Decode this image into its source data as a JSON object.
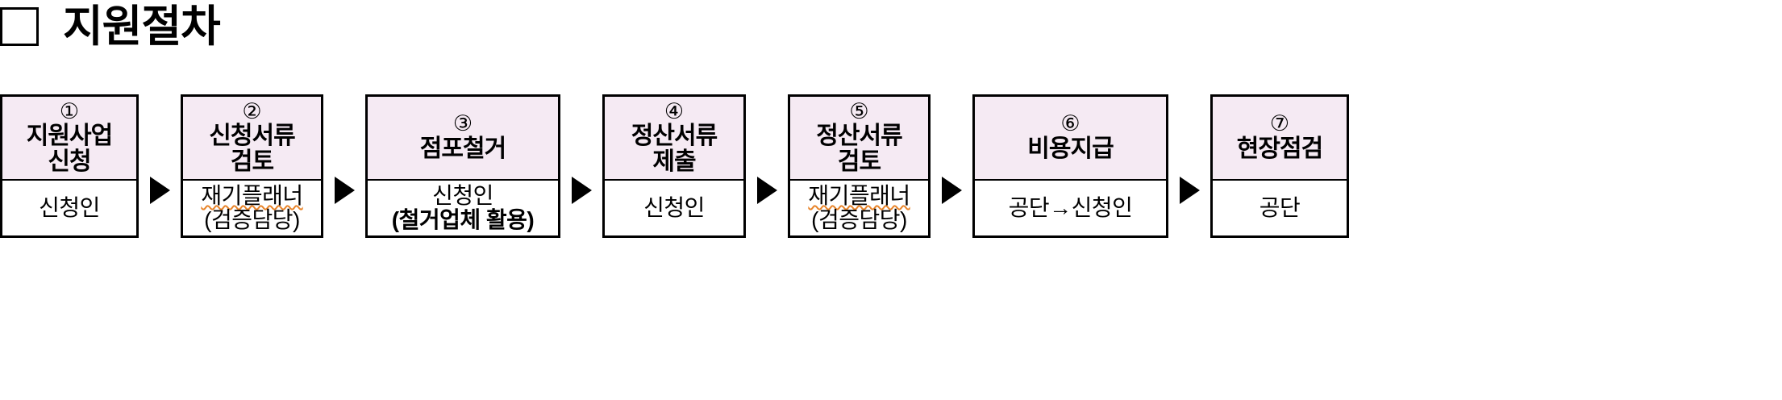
{
  "header": {
    "bullet_icon": "empty-square-bullet",
    "title": "지원절차"
  },
  "flow": {
    "arrow_icon": "right-triangle-arrow",
    "steps": [
      {
        "number": "①",
        "title_lines": [
          "지원사업",
          "신청"
        ],
        "body_lines": [
          {
            "text": "신청인",
            "bold": false,
            "spellcheck": false
          }
        ]
      },
      {
        "number": "②",
        "title_lines": [
          "신청서류",
          "검토"
        ],
        "body_lines": [
          {
            "text": "재기플래너",
            "bold": false,
            "spellcheck": true
          },
          {
            "text": "(검증담당)",
            "bold": false,
            "spellcheck": false
          }
        ]
      },
      {
        "number": "③",
        "title_lines": [
          "점포철거"
        ],
        "body_lines": [
          {
            "text": "신청인",
            "bold": false,
            "spellcheck": false
          },
          {
            "text": "(철거업체 활용)",
            "bold": true,
            "spellcheck": false
          }
        ]
      },
      {
        "number": "④",
        "title_lines": [
          "정산서류",
          "제출"
        ],
        "body_lines": [
          {
            "text": "신청인",
            "bold": false,
            "spellcheck": false
          }
        ]
      },
      {
        "number": "⑤",
        "title_lines": [
          "정산서류",
          "검토"
        ],
        "body_lines": [
          {
            "text": "재기플래너",
            "bold": false,
            "spellcheck": true
          },
          {
            "text": "(검증담당)",
            "bold": false,
            "spellcheck": false
          }
        ]
      },
      {
        "number": "⑥",
        "title_lines": [
          "비용지급"
        ],
        "body_lines": [
          {
            "text": "공단→신청인",
            "bold": false,
            "spellcheck": false
          }
        ]
      },
      {
        "number": "⑦",
        "title_lines": [
          "현장점검"
        ],
        "body_lines": [
          {
            "text": "공단",
            "bold": false,
            "spellcheck": false
          }
        ]
      }
    ]
  },
  "colors": {
    "step_header_fill": "#f5eaf3",
    "border": "#000000",
    "background": "#ffffff",
    "spellcheck_underline": "#e8842a"
  },
  "layout": {
    "step_widths": [
      172,
      177,
      242,
      178,
      177,
      243,
      172
    ],
    "arrow_gap": 52
  }
}
